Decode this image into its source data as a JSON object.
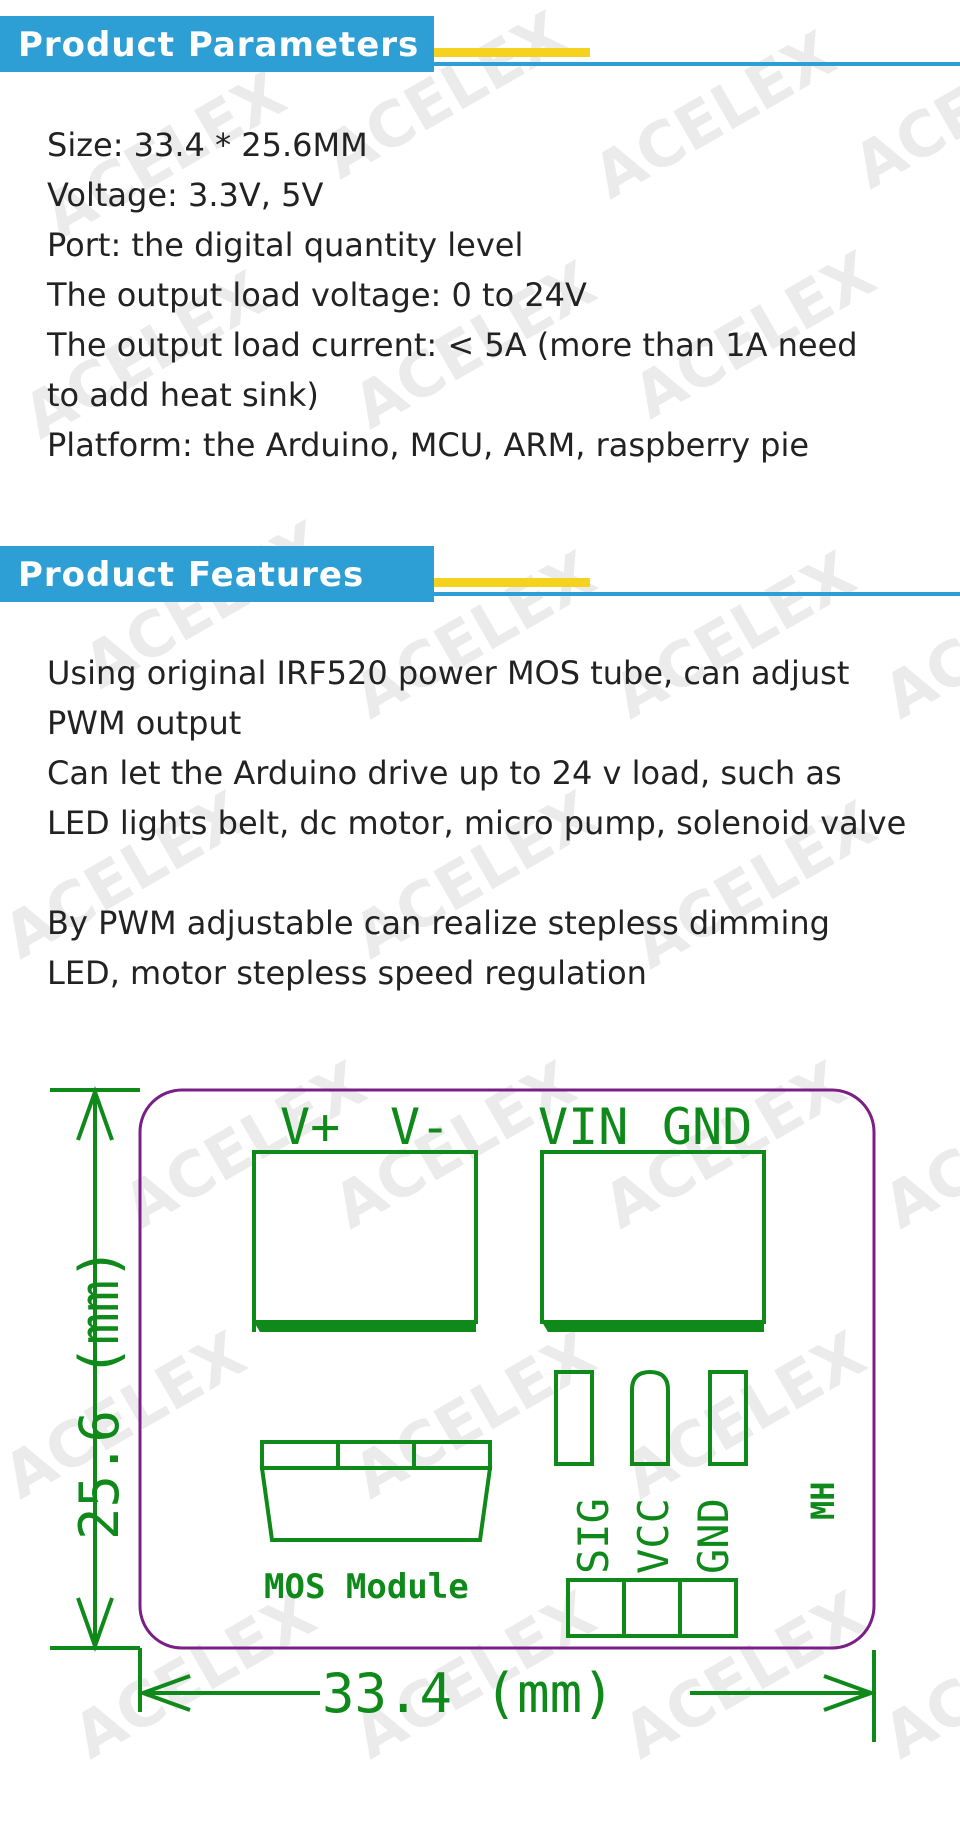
{
  "parameters": {
    "title": "Product Parameters",
    "lines": [
      "Size: 33.4 * 25.6MM",
      "Voltage: 3.3V, 5V",
      "Port: the digital quantity level",
      "The output load voltage: 0 to 24V",
      "The output load current: < 5A (more than 1A need",
      "to add heat sink)",
      "Platform: the Arduino, MCU, ARM, raspberry pie"
    ]
  },
  "features": {
    "title": "Product Features",
    "lines": [
      "Using original IRF520 power MOS tube, can adjust",
      "PWM output",
      "Can let the Arduino drive up to 24 v load, such as",
      "LED lights belt, dc motor, micro pump, solenoid valve",
      "",
      "By PWM adjustable can realize stepless dimming",
      "LED, motor stepless speed regulation"
    ]
  },
  "diagram": {
    "terminal_labels": {
      "v_plus": "V+",
      "v_minus": "V-",
      "vin": "VIN",
      "gnd": "GND"
    },
    "pin_labels": {
      "sig": "SIG",
      "vcc": "VCC",
      "gnd": "GND"
    },
    "module_label": "MOS Module",
    "mh_label": "MH",
    "height_dim": "25.6 (mm)",
    "width_dim": "33.4 (mm)"
  },
  "watermark": "ACELEX",
  "colors": {
    "header_blue": "#2e9fd5",
    "header_yellow": "#f5d21e",
    "pcb_green": "#0f8a1a",
    "board_outline": "#7b1f84",
    "watermark": "#e6e6e6"
  }
}
